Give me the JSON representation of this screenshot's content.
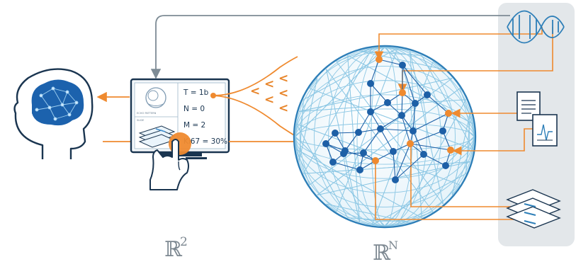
{
  "monitor": {
    "params": [
      "T = 1b",
      "N = 0",
      "M = 2",
      "Ki67 = 30%"
    ],
    "panel_caption_top": "ECHO PATTERN",
    "panel_caption_bottom": "SLIDE"
  },
  "labels": {
    "left_space": "ℝ",
    "left_exp": "2",
    "right_space": "ℝ",
    "right_exp": "N"
  },
  "decor": {
    "chevrons": [
      "<",
      "<",
      "<",
      "<",
      "<",
      "<"
    ]
  },
  "colors": {
    "accent_orange": "#ef8a2f",
    "brain_blue": "#1c62ad",
    "node_blue": "#1d5fa6",
    "sphere_line": "#8cc7e4",
    "panel_gray": "#e3e7ea",
    "gray_line": "#7d8b95"
  },
  "icons": {
    "brain": "brain-network-icon",
    "head": "head-silhouette-icon",
    "dna": "dna-helix-icon",
    "documents": "documents-icon",
    "slides": "stacked-slides-icon",
    "hand": "pointing-hand-icon"
  }
}
